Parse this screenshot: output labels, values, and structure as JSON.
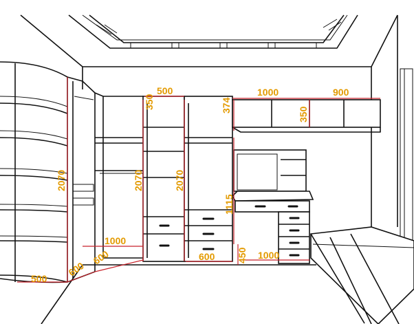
{
  "dimensions": {
    "upper_center_width": "500",
    "upper_center_depth": "350",
    "upper_center_height": "374",
    "wall_cab_1": "1000",
    "wall_cab_2": "900",
    "wall_cab_height": "350",
    "corner_height": "2070",
    "tall_left_height": "2070",
    "tall_right_height": "2070",
    "desk_height": "1115",
    "open_width": "1000",
    "desk_width": "1000",
    "base_depth": "600",
    "base_depth_2": "600",
    "side_depth": "600",
    "corner_width": "500",
    "desk_depth": "450"
  },
  "colors": {
    "dimension_line": "#c8222a",
    "dimension_text": "#e39a00",
    "drawing_line": "#111111"
  }
}
